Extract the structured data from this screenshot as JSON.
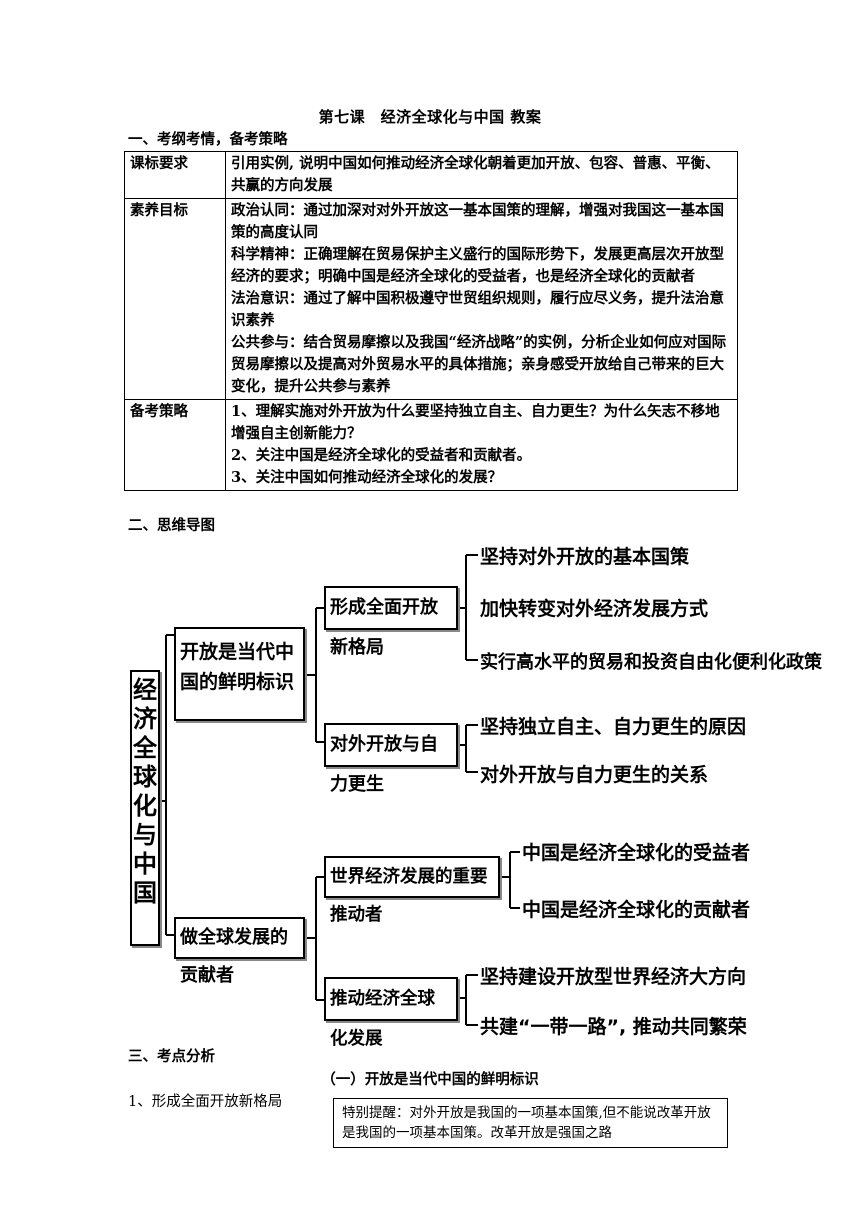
{
  "doc_title": "第七课　经济全球化与中国 教案",
  "sections": {
    "s1": "一、考纲考情，备考策略",
    "s2": "二、思维导图",
    "s3": "三、考点分析"
  },
  "plan_table": {
    "row1_key": "课标要求",
    "row1_val": "引用实例, 说明中国如何推动经济全球化朝着更加开放、包容、普惠、平衡、共赢的方向发展",
    "row2_key": "素养目标",
    "row2_lines": [
      "政治认同：通过加深对对外开放这一基本国策的理解，增强对我国这一基本国策的高度认同",
      "科学精神：正确理解在贸易保护主义盛行的国际形势下，发展更高层次开放型经济的要求；明确中国是经济全球化的受益者，也是经济全球化的贡献者",
      "法治意识：通过了解中国积极遵守世贸组织规则，履行应尽义务，提升法治意识素养",
      "公共参与：结合贸易摩擦以及我国“经济战略”的实例，分析企业如何应对国际贸易摩擦以及提高对外贸易水平的具体措施；亲身感受开放给自己带来的巨大变化，提升公共参与素养"
    ],
    "row3_key": "备考策略",
    "row3_lines": [
      "1、理解实施对外开放为什么要坚持独立自主、自力更生？为什么矢志不移地增强自主创新能力？",
      "2、关注中国是经济全球化的受益者和贡献者。",
      "3、关注中国如何推动经济全球化的发展？"
    ]
  },
  "mindmap": {
    "center": "经济全球化与中国",
    "branch1": "开放是当代中国的鲜明标识",
    "branch2": "做全球发展的贡献者",
    "sub1": "形成全面开放新格局",
    "sub2": "对外开放与自力更生",
    "sub3": "世界经济发展的重要推动者",
    "sub4": "推动经济全球化发展",
    "leaf1a": "坚持对外开放的基本国策",
    "leaf1b": "加快转变对外经济发展方式",
    "leaf1c": "实行高水平的贸易和投资自由化便利化政策",
    "leaf2a": "坚持独立自主、自力更生的原因",
    "leaf2b": "对外开放与自力更生的关系",
    "leaf3a": "中国是经济全球化的受益者",
    "leaf3b": "中国是经济全球化的贡献者",
    "leaf4a": "坚持建设开放型世界经济大方向",
    "leaf4b": "共建“一带一路”, 推动共同繁荣"
  },
  "analysis": {
    "subtitle": "（一）开放是当代中国的鲜明标识",
    "item1": "1、形成全面开放新格局",
    "note": "特别提醒：对外开放是我国的一项基本国策,但不能说改革开放是我国的一项基本国策。改革开放是强国之路"
  }
}
